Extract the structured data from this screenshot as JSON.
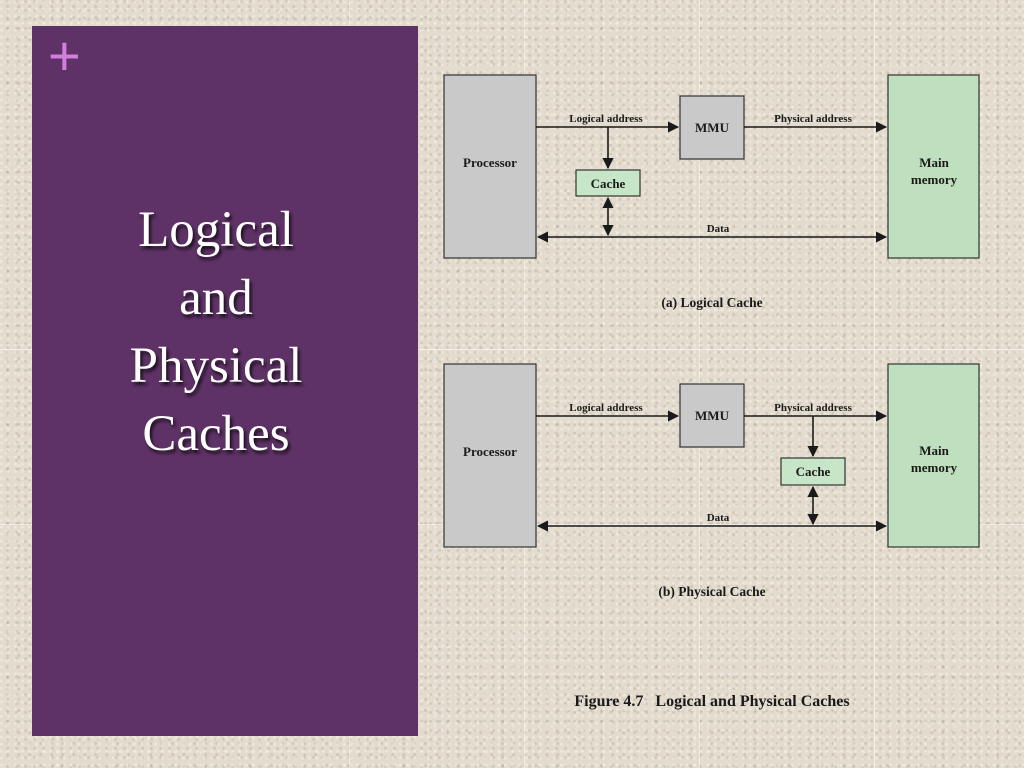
{
  "slide": {
    "bullet": "+",
    "title_lines": [
      "Logical",
      "and",
      "Physical",
      "Caches"
    ]
  },
  "diagrams": {
    "logical": {
      "processor": "Processor",
      "mmu": "MMU",
      "main_memory_line1": "Main",
      "main_memory_line2": "memory",
      "cache": "Cache",
      "logical_address": "Logical address",
      "physical_address": "Physical address",
      "data": "Data",
      "caption": "(a) Logical Cache"
    },
    "physical": {
      "processor": "Processor",
      "mmu": "MMU",
      "main_memory_line1": "Main",
      "main_memory_line2": "memory",
      "cache": "Cache",
      "logical_address": "Logical address",
      "physical_address": "Physical address",
      "data": "Data",
      "caption": "(b) Physical Cache"
    },
    "figure_caption": "Figure 4.7   Logical and Physical Caches"
  },
  "colors": {
    "panel": "#5e3266",
    "plus": "#d17fdc",
    "processor_fill": "#c9c9c9",
    "memory_fill": "#bfe0bf",
    "cache_fill": "#c7e6c7"
  }
}
